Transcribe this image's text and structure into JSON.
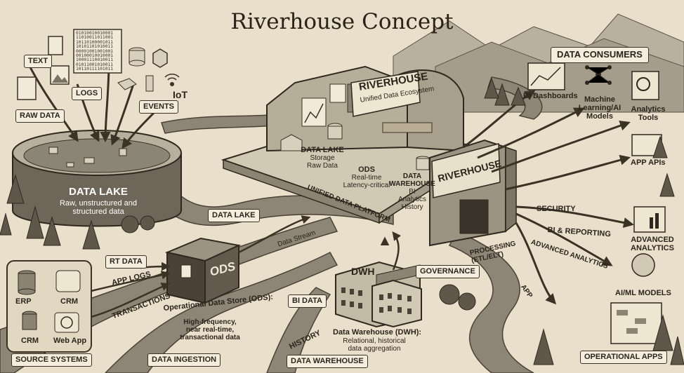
{
  "title": "Riverhouse Concept",
  "data_lake": {
    "title": "DATA LAKE",
    "description": "Raw, unstructured and structured data",
    "inputs": [
      "TEXT",
      "LOGS",
      "EVENTS",
      "IoT",
      "RAW DATA"
    ],
    "binary_text": [
      "01010010010001",
      "11010011011001",
      "10110100001011",
      "10101101010011",
      "00001001001001",
      "00100010010001",
      "10001110010011",
      "01011001010011",
      "10110111101011"
    ]
  },
  "riverhouse": {
    "banner_title": "RIVERHOUSE",
    "banner_subtitle": "Unified Data Ecosystem",
    "side_title": "RIVERHOUSE",
    "zones": [
      {
        "name": "DATA LAKE",
        "lines": [
          "Storage",
          "Raw Data"
        ]
      },
      {
        "name": "ODS",
        "lines": [
          "Real-time",
          "Latency-critical"
        ]
      },
      {
        "name": "DATA WAREHOUSE",
        "lines": [
          "BI",
          "Analytics",
          "History"
        ]
      }
    ],
    "platform_label": "UNIFIED DATA PLATFORM"
  },
  "streams": {
    "data_lake": "DATA LAKE",
    "data_stream": "Data Stream",
    "app_logs": "APP LOGS",
    "transactions": "TRANSACTIONS",
    "history": "HISTORY"
  },
  "ods": {
    "box_label": "ODS",
    "title": "Operational Data Store (ODS):",
    "description": "High-frequency, near real-time, transactional data",
    "rt_tag": "RT DATA"
  },
  "dwh": {
    "box_label": "DWH",
    "bi_tag": "BI DATA",
    "title": "Data Warehouse (DWH):",
    "description": "Relational, historical data aggregation"
  },
  "governance": {
    "governance": "GOVERNANCE",
    "processing": "PROCESSING (ETL/ELT)",
    "security": "SECURITY"
  },
  "consumers": {
    "header": "DATA CONSUMERS",
    "items": [
      "BI Dashboards",
      "Machine Learning/AI Models",
      "Analytics Tools",
      "APP APIs",
      "ADVANCED ANALYTICS",
      "AI/ML MODELS",
      "OPERATIONAL APPS"
    ],
    "flows": [
      "BI & REPORTING",
      "ADVANCED ANALYTICS",
      "APP"
    ]
  },
  "source_systems": {
    "label": "SOURCE SYSTEMS",
    "items": [
      "ERP",
      "CRM",
      "CRM",
      "Web App"
    ]
  },
  "bottom_labels": {
    "ingestion": "DATA INGESTION",
    "warehouse": "DATA WAREHOUSE"
  },
  "colors": {
    "background": "#e9dfca",
    "ink": "#2a241c",
    "lake_water": "#8b8575",
    "river": "#8d8677"
  }
}
